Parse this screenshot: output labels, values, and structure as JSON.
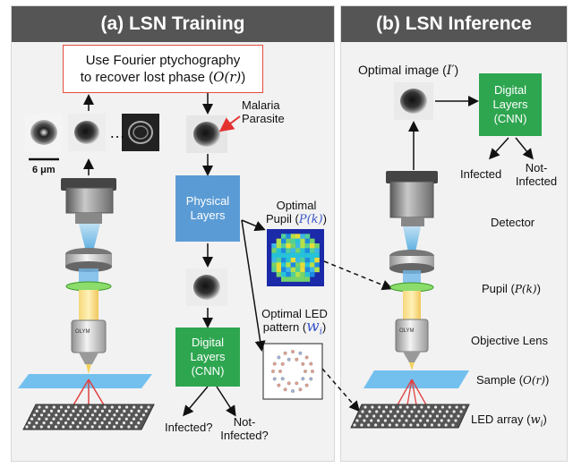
{
  "panels": {
    "training_title": "(a) LSN Training",
    "inference_title": "(b) LSN Inference"
  },
  "training": {
    "fourier_box_line1": "Use Fourier ptychography",
    "fourier_box_line2": "to recover lost phase (",
    "fourier_box_var": "O(r)",
    "fourier_box_close": ")",
    "ellipsis": "…",
    "scale_bar_label": "6 μm",
    "malaria_label_line1": "Malaria",
    "malaria_label_line2": "Parasite",
    "physical_layers_line1": "Physical",
    "physical_layers_line2": "Layers",
    "optimal_pupil_line1": "Optimal",
    "optimal_pupil_line2_prefix": "Pupil (",
    "optimal_pupil_var": "P(k)",
    "optimal_pupil_close": ")",
    "optimal_led_line1": "Optimal LED",
    "optimal_led_line2_prefix": "pattern (",
    "optimal_led_var": "w",
    "optimal_led_sub": "i",
    "optimal_led_close": ")",
    "digital_layers_line1": "Digital",
    "digital_layers_line2": "Layers",
    "digital_layers_line3": "(CNN)",
    "infected_label": "Infected?",
    "not_infected_line1": "Not-",
    "not_infected_line2": "Infected?"
  },
  "inference": {
    "optimal_image_prefix": "Optimal image (",
    "optimal_image_var": "I′",
    "optimal_image_close": ")",
    "digital_layers_line1": "Digital",
    "digital_layers_line2": "Layers",
    "digital_layers_line3": "(CNN)",
    "infected_label": "Infected",
    "not_infected_line1": "Not-",
    "not_infected_line2": "Infected",
    "detector_label": "Detector",
    "pupil_label_prefix": "Pupil (",
    "pupil_label_var": "P(k)",
    "pupil_label_close": ")",
    "objective_label": "Objective Lens",
    "sample_label_prefix": "Sample (",
    "sample_label_var": "O(r)",
    "sample_label_close": ")",
    "led_label_prefix": "LED array (",
    "led_label_var": "w",
    "led_label_sub": "i",
    "led_label_close": ")"
  },
  "colors": {
    "physical_layers": "#5b9bd5",
    "digital_layers": "#2ea650",
    "header_bg": "#555555",
    "fourier_border": "#e74c3c",
    "malaria_arrow": "#e53030",
    "variable_text": "#3a56c9"
  }
}
